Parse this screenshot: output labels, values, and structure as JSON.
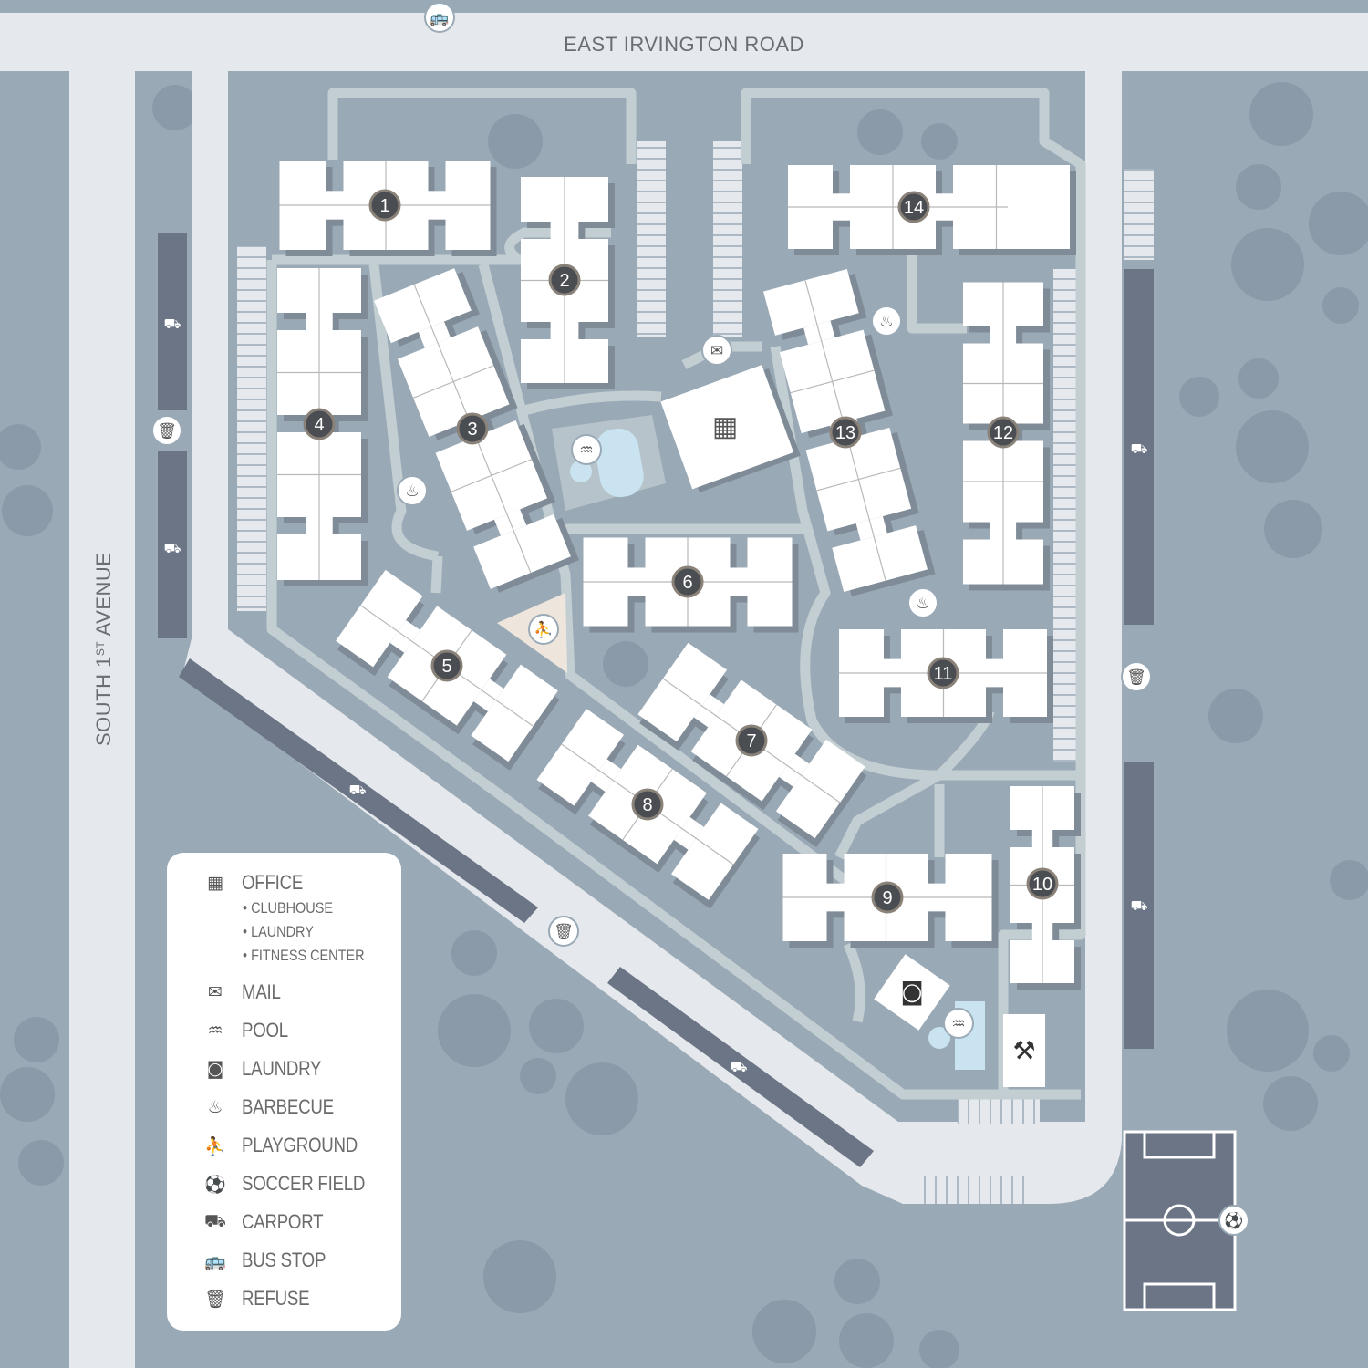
{
  "roads": {
    "north": "EAST IRVINGTON ROAD",
    "west_prefix": "SOUTH 1",
    "west_sup": "ST",
    "west_suffix": " AVENUE"
  },
  "buildings": [
    "1",
    "2",
    "3",
    "4",
    "5",
    "6",
    "7",
    "8",
    "9",
    "10",
    "11",
    "12",
    "13",
    "14"
  ],
  "legend": {
    "office": "OFFICE",
    "office_sub": [
      "• CLUBHOUSE",
      "• LAUNDRY",
      "• FITNESS CENTER"
    ],
    "items": [
      {
        "icon": "mail-icon",
        "glyph": "✉",
        "label": "MAIL"
      },
      {
        "icon": "pool-icon",
        "glyph": "♒",
        "label": "POOL"
      },
      {
        "icon": "laundry-icon",
        "glyph": "◙",
        "label": "LAUNDRY"
      },
      {
        "icon": "barbecue-icon",
        "glyph": "♨",
        "label": "BARBECUE"
      },
      {
        "icon": "playground-icon",
        "glyph": "⛹",
        "label": "PLAYGROUND"
      },
      {
        "icon": "soccer-ball-icon",
        "glyph": "⚽",
        "label": "SOCCER FIELD"
      },
      {
        "icon": "carport-icon",
        "glyph": "⛟",
        "label": "CARPORT"
      },
      {
        "icon": "bus-icon",
        "glyph": "🚌",
        "label": "BUS STOP"
      },
      {
        "icon": "trash-icon",
        "glyph": "🗑",
        "label": "REFUSE"
      }
    ],
    "office_glyph": "▦"
  },
  "colors": {
    "ground": "#9aa9b6",
    "road": "#e5e9ed",
    "carport": "#6b7585",
    "path": "#c3ced3",
    "building": "#ffffff",
    "badge": "#4a4d51"
  }
}
